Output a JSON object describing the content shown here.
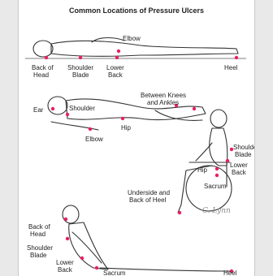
{
  "title": "Common Locations of Pressure Ulcers",
  "signature": "C. Lynn",
  "colors": {
    "marker": "#e91e63",
    "line": "#333333"
  },
  "poses": {
    "supine_top": {
      "labels": {
        "back_of_head": [
          "Back of",
          "Head"
        ],
        "shoulder_blade": [
          "Shoulder",
          "Blade"
        ],
        "lower_back": [
          "Lower",
          "Back"
        ],
        "elbow": "Elbow",
        "heel": "Heel"
      }
    },
    "side_lying": {
      "labels": {
        "ear": "Ear",
        "shoulder": "Shoulder",
        "hip": "Hip",
        "elbow": "Elbow",
        "between_knees": [
          "Between Knees",
          "and Ankles"
        ]
      }
    },
    "wheelchair": {
      "labels": {
        "shoulder_blade": [
          "Shoulder",
          "Blade"
        ],
        "lower_back": [
          "Lower",
          "Back"
        ],
        "hip": "Hip",
        "sacrum": "Sacrum",
        "underside_heel": [
          "Underside and",
          "Back of Heel"
        ]
      }
    },
    "reclining": {
      "labels": {
        "back_of_head": [
          "Back of",
          "Head"
        ],
        "shoulder_blade": [
          "Shoulder",
          "Blade"
        ],
        "lower_back": [
          "Lower",
          "Back"
        ],
        "sacrum": "Sacrum",
        "heel": "Heel"
      }
    }
  }
}
